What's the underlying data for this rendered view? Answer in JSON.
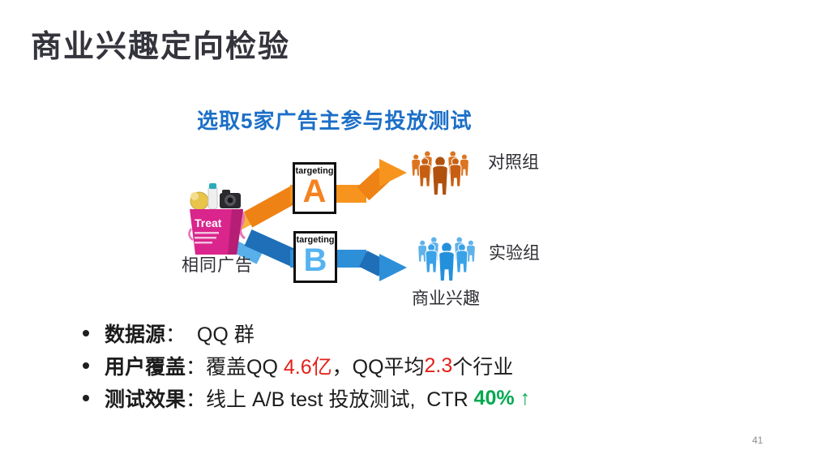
{
  "slide": {
    "title": "商业兴趣定向检验",
    "page_number": "41"
  },
  "diagram": {
    "heading": "选取5家广告主参与投放测试",
    "bag_text": "Treat",
    "source_label": "相同广告",
    "targeting_a": {
      "caption": "targeting",
      "letter": "A"
    },
    "targeting_b": {
      "caption": "targeting",
      "letter": "B"
    },
    "control_group_label": "对照组",
    "experiment_group_label": "实验组",
    "experiment_sublabel": "商业兴趣"
  },
  "bullets": [
    {
      "segments": [
        {
          "text": "数据源",
          "style": "bold"
        },
        {
          "text": "：  QQ 群",
          "style": "normal"
        }
      ]
    },
    {
      "segments": [
        {
          "text": "用户覆盖",
          "style": "bold"
        },
        {
          "text": "：覆盖QQ ",
          "style": "normal"
        },
        {
          "text": "4.6亿",
          "style": "red"
        },
        {
          "text": "，QQ平均",
          "style": "normal"
        },
        {
          "text": "2.3",
          "style": "red"
        },
        {
          "text": "个行业",
          "style": "normal"
        }
      ]
    },
    {
      "segments": [
        {
          "text": "测试效果",
          "style": "bold"
        },
        {
          "text": "：线上 A/B test 投放测试,  CTR ",
          "style": "normal"
        },
        {
          "text": "40% ↑",
          "style": "green"
        }
      ]
    }
  ],
  "colors": {
    "title_text": "#34343C",
    "heading_blue": "#1C6FC7",
    "body_text": "#1C1C1C",
    "label_text": "#2D2D34",
    "red_accent": "#E32119",
    "green_accent": "#00A94F",
    "orange_main": "#F7941E",
    "orange_light": "#FBB040",
    "orange_dark": "#EF8214",
    "orange_letter": "#F58220",
    "blue_main": "#2E8FD9",
    "blue_light": "#58AFEA",
    "blue_dark": "#1E6FB8",
    "blue_letter": "#55B3F0",
    "people_orange_back": "#DC7420",
    "people_orange_mid": "#C75F12",
    "people_orange_front": "#B0520E",
    "people_blue_back": "#5FB2EA",
    "people_blue_mid": "#3AA2E6",
    "people_blue_front": "#2390DC",
    "bag_pink": "#D9258C",
    "bag_pink_dark": "#B51E74",
    "page_number_gray": "#8C8C8C"
  }
}
